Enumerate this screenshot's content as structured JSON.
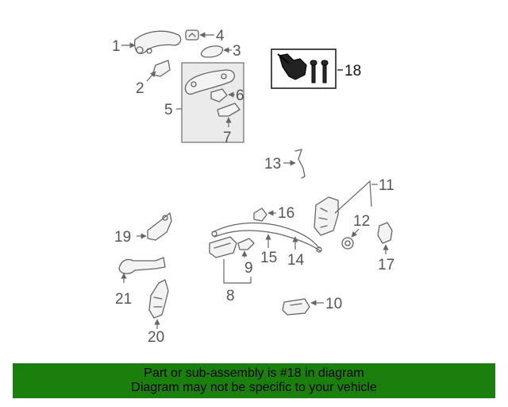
{
  "diagram": {
    "callouts": [
      "1",
      "2",
      "3",
      "4",
      "5",
      "6",
      "7",
      "8",
      "9",
      "10",
      "11",
      "12",
      "13",
      "14",
      "15",
      "16",
      "17",
      "18",
      "19",
      "20",
      "21"
    ],
    "highlight_color": "#000000",
    "line_color": "#666666"
  },
  "banner": {
    "line1": "Part or sub-assembly is #18 in diagram",
    "line2": "Diagram may not be specific to your vehicle",
    "background": "#1a7f0d"
  }
}
